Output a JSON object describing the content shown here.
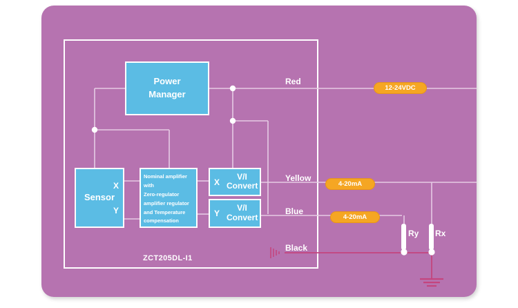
{
  "diagram": {
    "model_label": "ZCT205DL-I1",
    "colors": {
      "canvas": "#b673b0",
      "block": "#5bbce4",
      "badge": "#f5a623",
      "wire": "#e6cbe4",
      "ground_wire": "#c4457e",
      "text": "#ffffff"
    },
    "blocks": {
      "power_manager": {
        "line1": "Power",
        "line2": "Manager"
      },
      "sensor": {
        "title": "Sensor",
        "port_x": "X",
        "port_y": "Y"
      },
      "amplifier": {
        "lines": [
          "Nominal amplifier",
          "with",
          "Zero-regulator",
          "amplifier regulator",
          "and Temperature",
          "compensation"
        ]
      },
      "vi_convert_x": {
        "port": "X",
        "line1": "V/I",
        "line2": "Convert"
      },
      "vi_convert_y": {
        "port": "Y",
        "line1": "V/I",
        "line2": "Convert"
      }
    },
    "wire_labels": {
      "red": "Red",
      "yellow": "Yellow",
      "blue": "Blue",
      "black": "Black"
    },
    "badges": {
      "supply": "12-24VDC",
      "output_x": "4-20mA",
      "output_y": "4-20mA"
    },
    "resistors": {
      "ry": "Ry",
      "rx": "Rx"
    }
  }
}
